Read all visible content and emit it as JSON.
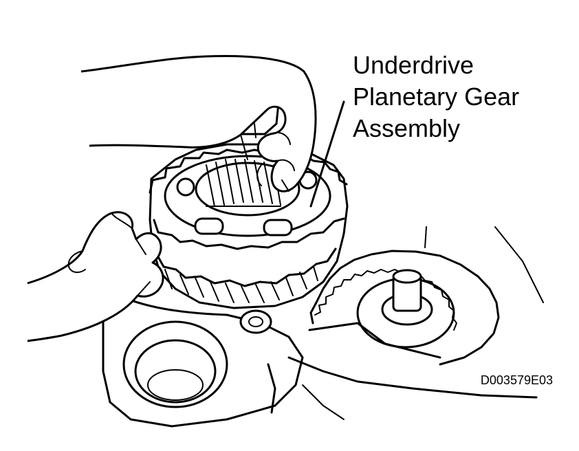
{
  "callout": {
    "line1": "Underdrive",
    "line2": "Planetary Gear",
    "line3": "Assembly"
  },
  "figure_id": "D003579E03",
  "colors": {
    "ink": "#000000",
    "paper": "#ffffff"
  }
}
